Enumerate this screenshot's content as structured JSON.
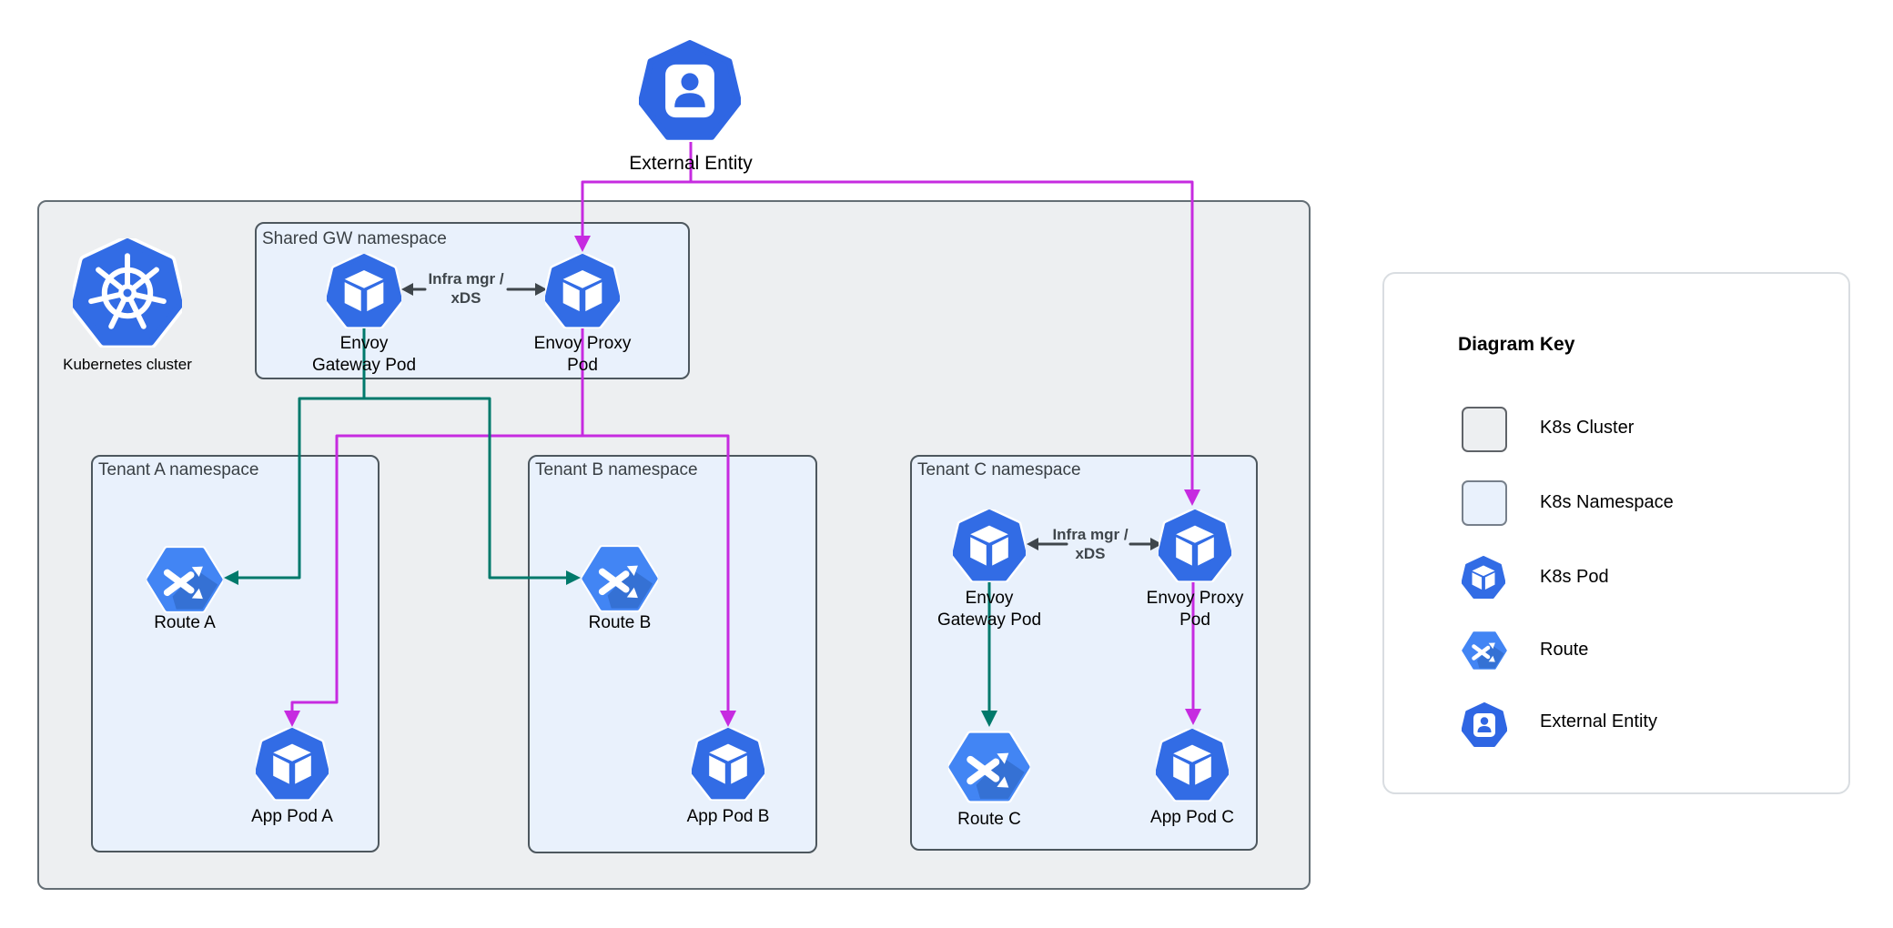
{
  "colors": {
    "pod_blue": "#326CE5",
    "route_blue": "#4285F4",
    "entity_blue": "#2F66E3",
    "k8s_blue": "#326CE5",
    "cluster_fill": "#EDEFF1",
    "cluster_border": "#646E75",
    "namespace_fill": "#E9F1FC",
    "namespace_border": "#4D575E",
    "key_panel_border": "#D9DDE1",
    "edge_green": "#00796B",
    "edge_magenta": "#C62BE0",
    "edge_dark": "#3F464B",
    "namespace_title": "#3A4045",
    "label_text": "#000000"
  },
  "external_entity": {
    "label": "External Entity"
  },
  "cluster": {
    "label": "Kubernetes cluster"
  },
  "shared_namespace": {
    "title": "Shared GW namespace",
    "gateway_pod": {
      "line1": "Envoy",
      "line2": "Gateway Pod"
    },
    "proxy_pod": {
      "line1": "Envoy Proxy",
      "line2": "Pod"
    },
    "control_label": {
      "line1": "Infra mgr /",
      "line2": "xDS"
    }
  },
  "tenant_a": {
    "title": "Tenant A namespace",
    "route": "Route A",
    "app_pod": "App Pod A"
  },
  "tenant_b": {
    "title": "Tenant B namespace",
    "route": "Route B",
    "app_pod": "App Pod B"
  },
  "tenant_c": {
    "title": "Tenant C namespace",
    "gateway_pod": {
      "line1": "Envoy",
      "line2": "Gateway Pod"
    },
    "proxy_pod": {
      "line1": "Envoy Proxy",
      "line2": "Pod"
    },
    "control_label": {
      "line1": "Infra mgr /",
      "line2": "xDS"
    },
    "route": "Route C",
    "app_pod": "App Pod C"
  },
  "key": {
    "title": "Diagram Key",
    "items": [
      {
        "icon": "cluster-swatch",
        "label": "K8s Cluster"
      },
      {
        "icon": "namespace-swatch",
        "label": "K8s Namespace"
      },
      {
        "icon": "pod-icon",
        "label": "K8s Pod"
      },
      {
        "icon": "route-icon",
        "label": "Route"
      },
      {
        "icon": "external-entity-icon",
        "label": "External Entity"
      }
    ]
  }
}
